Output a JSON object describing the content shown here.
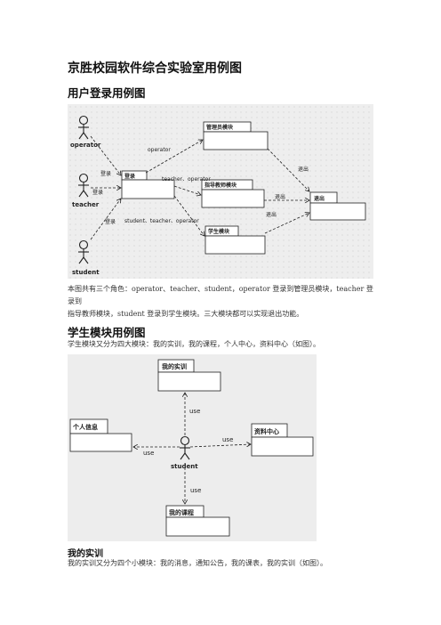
{
  "doc_title": "京胜校园软件综合实验室用例图",
  "section1": {
    "heading": "用户登录用例图",
    "diagram": {
      "actors": [
        "operator",
        "teacher",
        "student"
      ],
      "login_module": "登录",
      "admin_module": "管理员模块",
      "teacher_module": "指导教师模块",
      "student_module": "学生模块",
      "logout_module": "退出",
      "edge_login": "登录",
      "edge_operator": "operator",
      "edge_teacher_operator": "teacher、operator",
      "edge_all": "student、teacher、operator",
      "edge_logout": "退出"
    },
    "caption_line1": "本图共有三个角色：operator、teacher、student，operator 登录到管理员模块，teacher 登录到",
    "caption_line2": "指导教师模块，student 登录到学生模块。三大模块都可以实现退出功能。"
  },
  "section2": {
    "heading": "学生模块用例图",
    "intro": "学生模块又分为四大模块：我的实训，我的课程，个人中心，资料中心（如图）。",
    "diagram": {
      "actor": "student",
      "training": "我的实训",
      "personal": "个人信息",
      "resources": "资料中心",
      "courses": "我的课程",
      "use": "use"
    }
  },
  "section3": {
    "heading": "我的实训",
    "intro": "我的实训又分为四个小模块：我的消息，通知公告，我的课表，我的实训（如图）。"
  }
}
